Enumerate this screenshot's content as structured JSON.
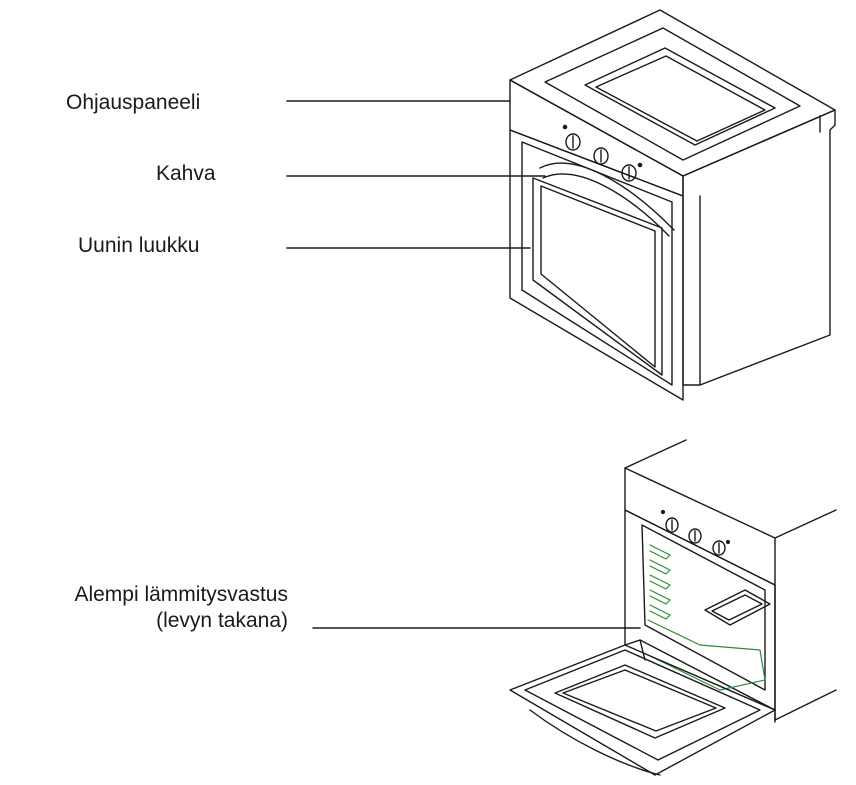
{
  "labels": {
    "control_panel": "Ohjauspaneeli",
    "handle": "Kahva",
    "oven_door": "Uunin luukku",
    "lower_heater_line1": "Alempi lämmitysvastus",
    "lower_heater_line2": "(levyn takana)"
  },
  "colors": {
    "line": "#1a1a1a",
    "accent_green": "#2e8b3a"
  }
}
